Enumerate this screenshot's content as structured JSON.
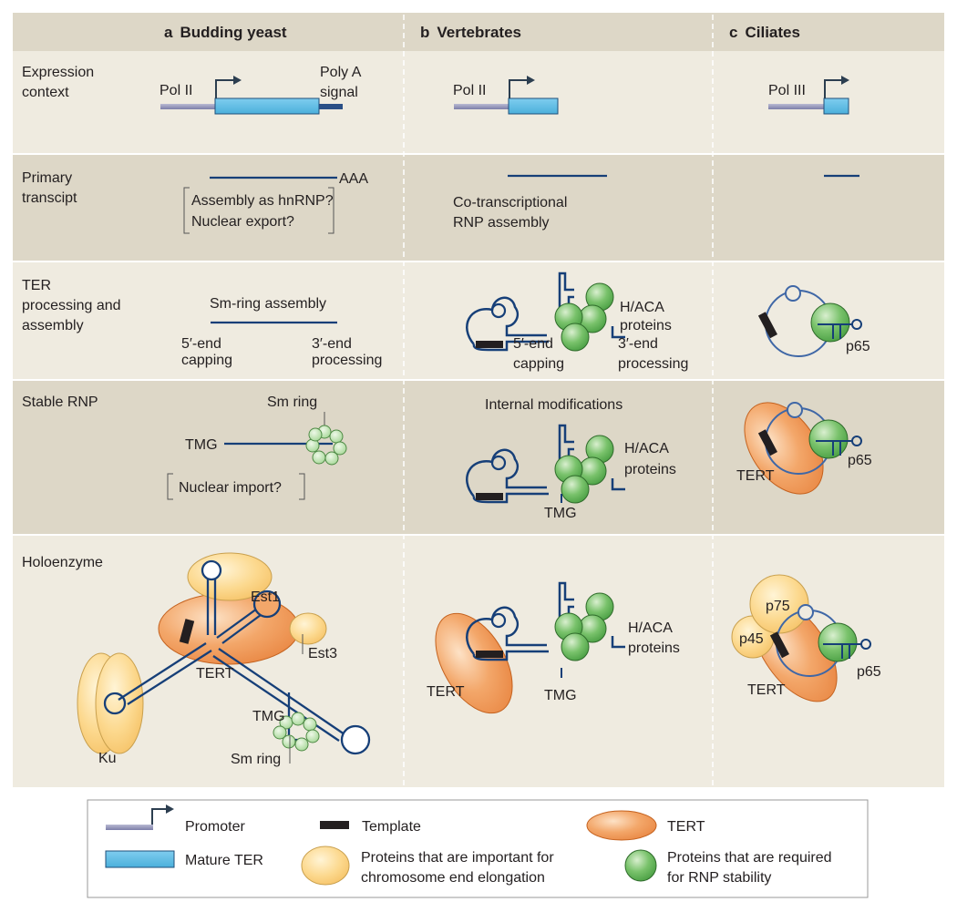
{
  "colors": {
    "band_dark": "#ddd7c7",
    "band_light": "#efebe0",
    "rna": "#163f78",
    "promoter": "#8e8fb5",
    "mature_ter": "#60bde3",
    "tert": "#f09a5a",
    "elongation_protein": "#fbd27e",
    "stability_protein": "#6cbb63",
    "template": "#231f20"
  },
  "columns": {
    "a": {
      "letter": "a",
      "title": "Budding yeast"
    },
    "b": {
      "letter": "b",
      "title": "Vertebrates"
    },
    "c": {
      "letter": "c",
      "title": "Ciliates"
    }
  },
  "rows": {
    "expression": {
      "label_line1": "Expression",
      "label_line2": "context"
    },
    "primary": {
      "label_line1": "Primary",
      "label_line2": "transcipt"
    },
    "processing": {
      "label_line1": "TER",
      "label_line2": "processing and",
      "label_line3": "assembly"
    },
    "stable": {
      "label_line1": "Stable RNP"
    },
    "holo": {
      "label_line1": "Holoenzyme"
    }
  },
  "labels": {
    "pol2": "Pol II",
    "pol3": "Pol III",
    "polya_line1": "Poly A",
    "polya_line2": "signal",
    "aaa": "AAA",
    "hnrnp": "Assembly as hnRNP?",
    "nuclear_export": "Nuclear export?",
    "cotrans_line1": "Co-transcriptional",
    "cotrans_line2": "RNP assembly",
    "sm_ring_assembly": "Sm-ring assembly",
    "five_end_line1": "5′-end",
    "five_end_line2": "capping",
    "three_end_line1": "3′-end",
    "three_end_line2": "processing",
    "hacA_line1": "H/ACA",
    "hacA_line2": "proteins",
    "p65": "p65",
    "sm_ring": "Sm ring",
    "tmg": "TMG",
    "nuclear_import": "Nuclear import?",
    "internal_mod": "Internal modifications",
    "tert": "TERT",
    "est1": "Est1",
    "est3": "Est3",
    "ku": "Ku",
    "p75": "p75",
    "p45": "p45"
  },
  "legend": {
    "promoter": "Promoter",
    "template": "Template",
    "tert": "TERT",
    "mature_ter": "Mature TER",
    "elongation_line1": "Proteins that are important for",
    "elongation_line2": "chromosome end elongation",
    "stability_line1": "Proteins that are required",
    "stability_line2": "for RNP stability"
  }
}
